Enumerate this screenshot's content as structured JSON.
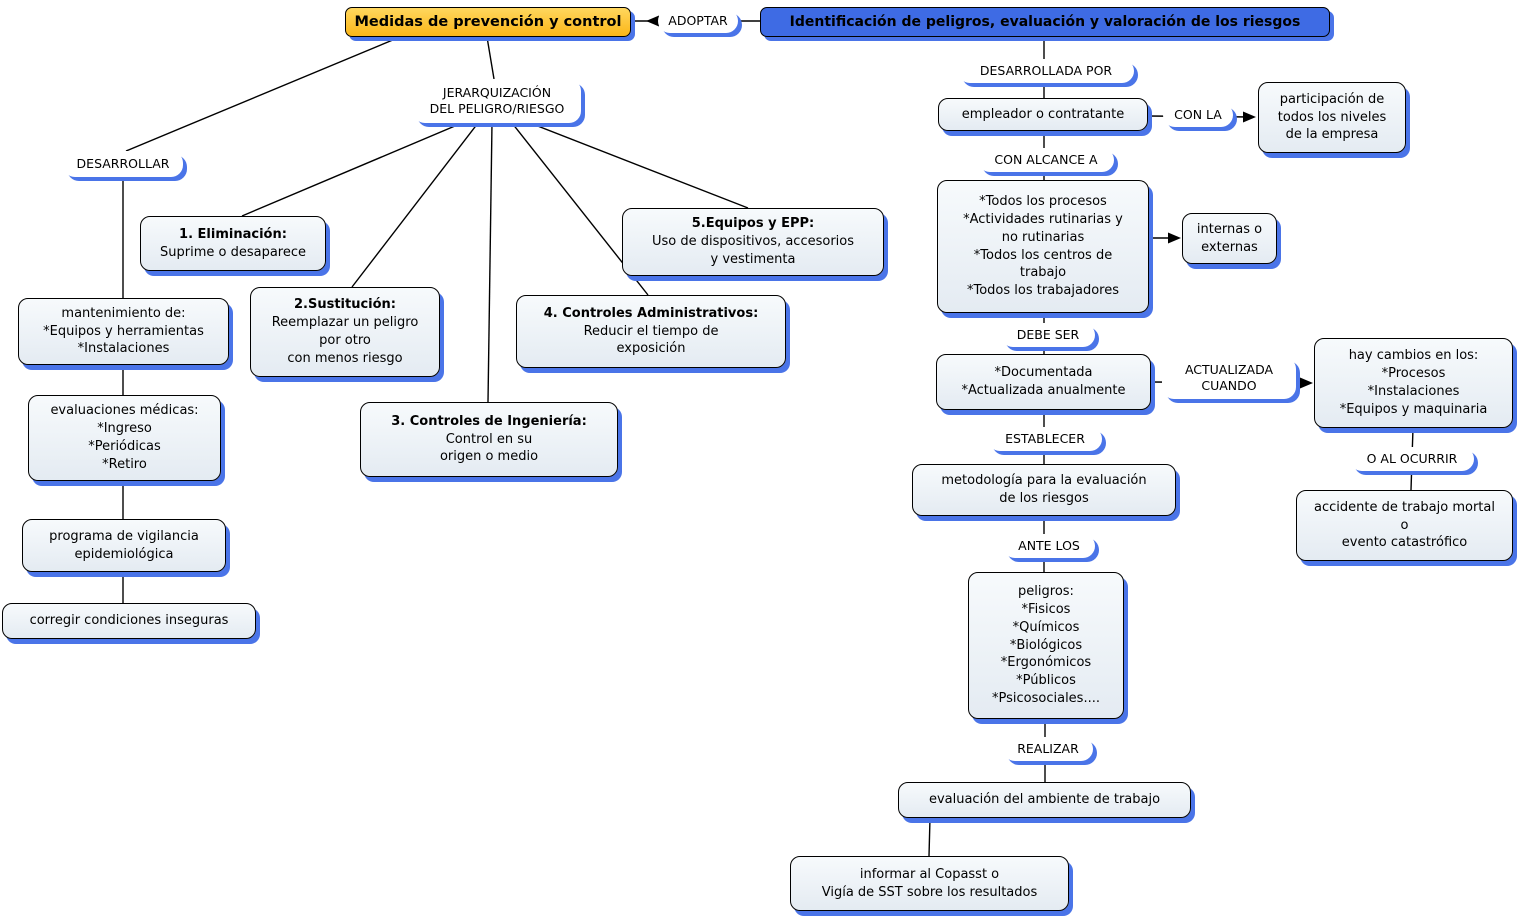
{
  "colors": {
    "medidas_bg": "#FBB618",
    "identificacion_bg": "#3E6BE4",
    "node_bg": "#EDF2F7",
    "shadow": "#4A74E8"
  },
  "heads": {
    "medidas": "Medidas de prevención y control",
    "identificacion": "Identificación de peligros, evaluación y valoración de los riesgos"
  },
  "links": {
    "adoptar": "ADOPTAR",
    "desarrollar": "DESARROLLAR",
    "jerarquizacion": "JERARQUIZACIÓN\nDEL PELIGRO/RIESGO",
    "desarrollada_por": "DESARROLLADA POR",
    "con_la": "CON LA",
    "con_alcance_a": "CON ALCANCE A",
    "debe_ser": "DEBE SER",
    "actualizada_cuando": "ACTUALIZADA\nCUANDO",
    "establecer": "ESTABLECER",
    "ante_los": "ANTE LOS",
    "o_al_ocurrir": "O AL OCURRIR",
    "realizar": "REALIZAR"
  },
  "hierarchy": {
    "eliminacion": {
      "title": "1. Eliminación:",
      "body": "Suprime o desaparece"
    },
    "sustitucion": {
      "title": "2.Sustitución:",
      "body": "Reemplazar un peligro\npor otro\ncon menos riesgo"
    },
    "ingenieria": {
      "title": "3. Controles de Ingeniería:",
      "body": "Control en su\norigen o medio"
    },
    "administrativos": {
      "title": "4. Controles Administrativos:",
      "body": "Reducir el tiempo de\nexposición"
    },
    "epp": {
      "title": "5.Equipos y EPP:",
      "body": "Uso de dispositivos, accesorios\ny vestimenta"
    }
  },
  "left_chain": {
    "mantenimiento": "mantenimiento de:\n*Equipos y herramientas\n*Instalaciones",
    "evaluaciones": "evaluaciones médicas:\n*Ingreso\n*Periódicas\n*Retiro",
    "vigilancia": "programa de vigilancia\nepidemiológica",
    "corregir": "corregir condiciones inseguras"
  },
  "right_chain": {
    "empleador": "empleador o contratante",
    "participacion": "participación de\ntodos los niveles\nde la empresa",
    "alcance": "*Todos los procesos\n*Actividades rutinarias y\nno rutinarias\n*Todos los centros de\ntrabajo\n*Todos los trabajadores",
    "internas": "internas o\nexternas",
    "documentada": "*Documentada\n*Actualizada anualmente",
    "cambios": "hay cambios en los:\n*Procesos\n*Instalaciones\n*Equipos y maquinaria",
    "metodologia": "metodología para la evaluación\nde los riesgos",
    "accidente": "accidente de trabajo mortal\no\nevento catastrófico",
    "peligros": "peligros:\n*Fisicos\n*Químicos\n*Biológicos\n*Ergonómicos\n*Públicos\n*Psicosociales....",
    "evaluacion": "evaluación del ambiente de trabajo",
    "informar": "informar al Copasst o\nVigía de SST sobre los resultados"
  }
}
